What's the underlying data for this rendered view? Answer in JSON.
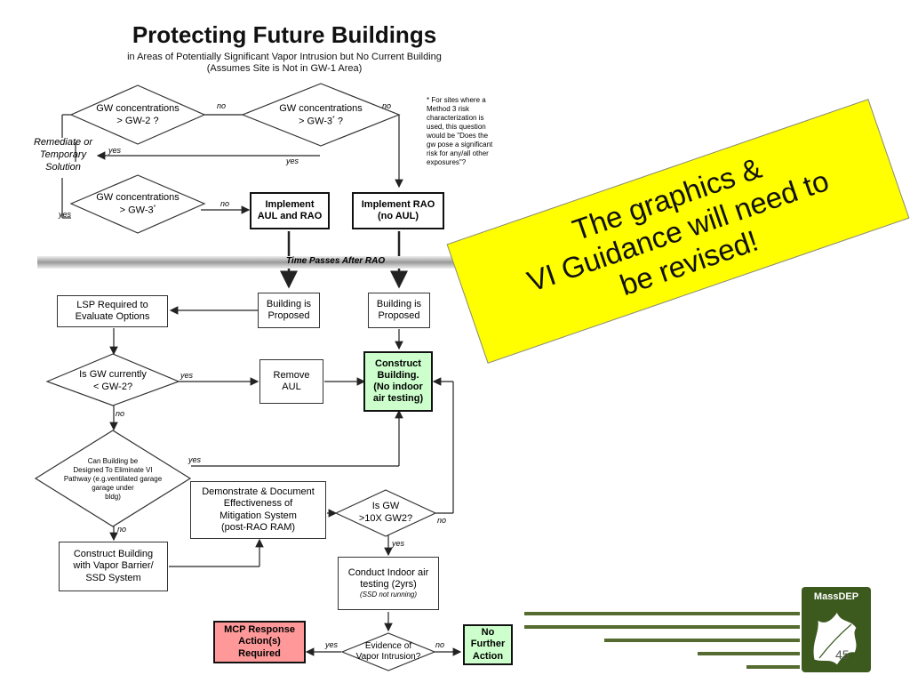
{
  "title": "Protecting Future Buildings",
  "subtitle1": "in Areas of Potentially Significant Vapor Intrusion but No Current Building",
  "subtitle2": "(Assumes Site is Not in GW-1 Area)",
  "footnote": {
    "star": "*",
    "line1": "For sites where a",
    "line2": "Method 3 risk",
    "line3": "characterization is",
    "line4": "used, this question",
    "line5": "would be \"Does the",
    "line6": "gw pose a significant",
    "line7": "risk for any/all other",
    "line8": "exposures\"?"
  },
  "nodes": {
    "d_gw2": {
      "line1": "GW concentrations",
      "line2": "> GW-2 ?"
    },
    "d_gw3a": {
      "line1": "GW concentrations",
      "line2": "> GW-3",
      "sup": "*",
      "tail": " ?"
    },
    "d_gw3b": {
      "line1": "GW concentrations",
      "line2": "> GW-3",
      "sup": "*"
    },
    "remediate": {
      "line1": "Remediate or",
      "line2": "Temporary",
      "line3": "Solution"
    },
    "impl_aul": {
      "line1": "Implement",
      "line2": "AUL and RAO"
    },
    "impl_rao": {
      "line1": "Implement RAO",
      "line2": "(no AUL)"
    },
    "time_passes": "Time Passes After RAO",
    "lsp": {
      "line1": "LSP Required to",
      "line2": "Evaluate Options"
    },
    "bldg1": {
      "line1": "Building is",
      "line2": "Proposed"
    },
    "bldg2": {
      "line1": "Building is",
      "line2": "Proposed"
    },
    "d_gw2_now": {
      "line1": "Is GW currently",
      "line2": "< GW-2?"
    },
    "remove_aul": {
      "line1": "Remove",
      "line2": "AUL"
    },
    "construct": {
      "line1": "Construct",
      "line2": "Building.",
      "line3": "(No indoor",
      "line4": "air testing)"
    },
    "d_design": {
      "line1": "Can Building be",
      "line2": "Designed To Eliminate VI",
      "line3": "Pathway (e.g.ventilated garage",
      "line4": "garage under",
      "line5": "bldg)"
    },
    "demonstrate": {
      "line1": "Demonstrate & Document",
      "line2": "Effectiveness of",
      "line3": "Mitigation System",
      "line4": "(post-RAO RAM)"
    },
    "d_10x": {
      "line1": "Is GW",
      "line2": ">10X GW2?"
    },
    "vapor_barrier": {
      "line1": "Construct Building",
      "line2": "with Vapor Barrier/",
      "line3": "SSD System"
    },
    "indoor_test": {
      "line1": "Conduct Indoor air",
      "line2": "testing (2yrs)",
      "line3": "(SSD not running)"
    },
    "mcp": {
      "line1": "MCP Response",
      "line2": "Action(s)",
      "line3": "Required"
    },
    "d_evidence": {
      "line1": "Evidence of",
      "line2": "Vapor Intrusion?"
    },
    "nfa": {
      "line1": "No",
      "line2": "Further",
      "line3": "Action"
    }
  },
  "edge_labels": {
    "no": "no",
    "yes": "yes"
  },
  "overlay": {
    "line1": "The graphics &",
    "line2": "VI Guidance will need to",
    "line3": "be revised!"
  },
  "logo": {
    "text": "MassDEP"
  },
  "page_number": "45",
  "colors": {
    "overlay_yellow": "#ffff00",
    "action_green": "#ccffcc",
    "action_red": "#ff9999",
    "logo_green": "#3c5a1e"
  }
}
